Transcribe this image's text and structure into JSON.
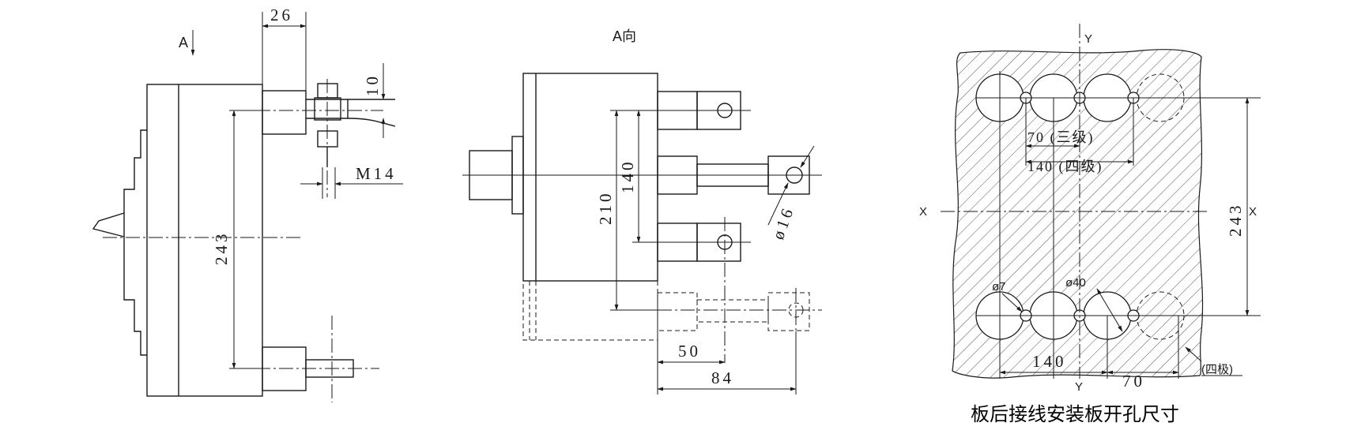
{
  "side_view": {
    "view_marker": "A",
    "dim_top": "26",
    "dim_10": "10",
    "dim_thread": "M14",
    "dim_height": "243"
  },
  "a_view": {
    "title": "A向",
    "dim_140": "140",
    "dim_210": "210",
    "dim_hole": "ø16",
    "dim_50": "50",
    "dim_84": "84"
  },
  "panel_cutout": {
    "axis_y_top": "Y",
    "axis_y_bottom": "Y",
    "axis_x_left": "X",
    "axis_x_right": "X",
    "dim_70_three": "70 (三级)",
    "dim_140_four": "140 (四级)",
    "dim_243": "243",
    "dim_phi7": "ø7",
    "dim_phi40": "ø40",
    "dim_140_bottom": "140",
    "dim_70_bottom": "70",
    "note_four_pole": "(四极)",
    "caption": "板后接线安装板开孔尺寸"
  }
}
